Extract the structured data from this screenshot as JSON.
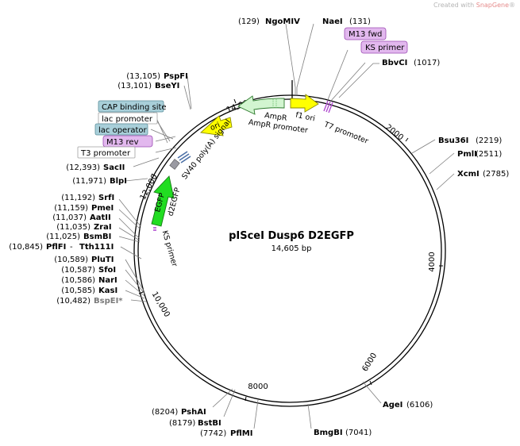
{
  "credit": {
    "prefix": "Created with ",
    "brand": "SnapGene"
  },
  "plasmid": {
    "name": "pISceI Dusp6 D2EGFP",
    "length_label": "14,605 bp"
  },
  "ruler_ticks": [
    "2000",
    "4000",
    "6000",
    "8000",
    "10,000",
    "12,000",
    "14,000"
  ],
  "sites": {
    "ngomiv": {
      "pos": "(129)",
      "name": "NgoMIV"
    },
    "naei": {
      "name": "NaeI",
      "pos": "(131)"
    },
    "bbvci": {
      "name": "BbvCI",
      "pos": "(1017)"
    },
    "bsu36i": {
      "name": "Bsu36I",
      "pos": "(2219)"
    },
    "pmli": {
      "name": "PmlI",
      "pos": "(2511)"
    },
    "xcmi": {
      "name": "XcmI",
      "pos": "(2785)"
    },
    "agei": {
      "name": "AgeI",
      "pos": "(6106)"
    },
    "bmgbi": {
      "name": "BmgBI",
      "pos": "(7041)"
    },
    "pflmi": {
      "pos": "(7742)",
      "name": "PflMI"
    },
    "bstbi": {
      "pos": "(8179)",
      "name": "BstBI"
    },
    "pshai": {
      "pos": "(8204)",
      "name": "PshAI"
    },
    "bspei": {
      "pos": "(10,482)",
      "name": "BspEI*"
    },
    "kasi": {
      "pos": "(10,585)",
      "name": "KasI"
    },
    "nari": {
      "pos": "(10,586)",
      "name": "NarI"
    },
    "sfoi": {
      "pos": "(10,587)",
      "name": "SfoI"
    },
    "pluti": {
      "pos": "(10,589)",
      "name": "PluTI"
    },
    "pflfi": {
      "pos": "(10,845)",
      "name": "PflFI",
      "sep": " - ",
      "name2": "Tth111I"
    },
    "bsmbi": {
      "pos": "(11,025)",
      "name": "BsmBI"
    },
    "zrai": {
      "pos": "(11,035)",
      "name": "ZraI"
    },
    "aatii": {
      "pos": "(11,037)",
      "name": "AatII"
    },
    "pmei": {
      "pos": "(11,159)",
      "name": "PmeI"
    },
    "srfi": {
      "pos": "(11,192)",
      "name": "SrfI"
    },
    "blpi": {
      "pos": "(11,971)",
      "name": "BlpI"
    },
    "sacii": {
      "pos": "(12,393)",
      "name": "SacII"
    },
    "bseyi": {
      "pos": "(13,101)",
      "name": "BseYI"
    },
    "pspfi": {
      "pos": "(13,105)",
      "name": "PspFI"
    }
  },
  "feature_tags": {
    "m13fwd": "M13 fwd",
    "ks_primer_top": "KS primer",
    "cap_binding_site": "CAP binding site",
    "lac_promoter": "lac promoter",
    "lac_operator": "lac operator",
    "m13rev": "M13 rev",
    "t3_promoter": "T3 promoter"
  },
  "features": {
    "ori": "ori",
    "ampr": "AmpR",
    "ampr_promoter": "AmpR promoter",
    "f1_ori": "f1 ori",
    "t7_promoter": "T7 promoter",
    "sv40": "SV40 poly(A) signal",
    "egfp": "EGFP",
    "d2egfp": "d2EGFP",
    "ks_primer_inner": "KS primer"
  },
  "colors": {
    "primer_fill": "#e2b8ee",
    "primer_stroke": "#9b4bb3",
    "blue_fill": "#a8cfd9",
    "blue_stroke": "#5b8e9b",
    "ori_fill": "#ffff00",
    "ampr_fill": "#d2f5d0",
    "egfp_fill": "#22dd22",
    "grey_feature": "#9a9aa2"
  }
}
